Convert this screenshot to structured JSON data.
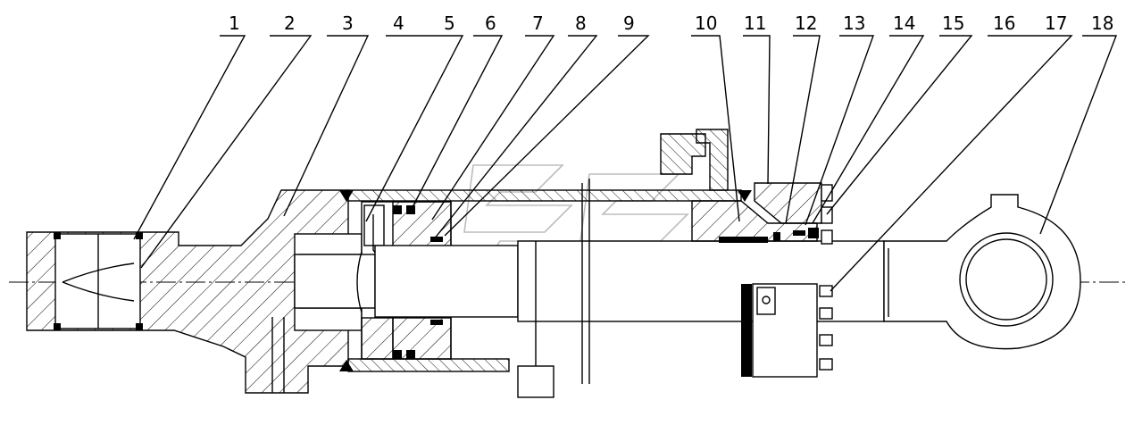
{
  "diagram": {
    "part_numbers": [
      "1",
      "2",
      "3",
      "4",
      "5",
      "6",
      "7",
      "8",
      "9",
      "10",
      "11",
      "12",
      "13",
      "14",
      "15",
      "16",
      "17",
      "18"
    ]
  }
}
